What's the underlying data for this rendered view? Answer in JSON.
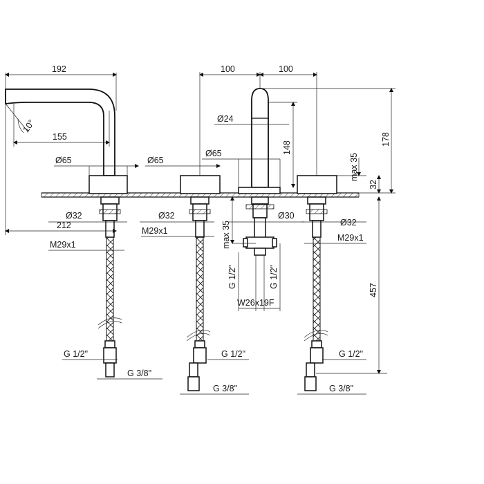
{
  "drawing": {
    "colors": {
      "line": "#111111",
      "background": "#ffffff"
    },
    "dims": {
      "d192": "192",
      "d100a": "100",
      "d100b": "100",
      "d155": "155",
      "d10deg": "10°",
      "d24": "Ø24",
      "d148": "148",
      "d178": "178",
      "max35top": "max 35",
      "d32h": "32",
      "d65a": "Ø65",
      "d65b": "Ø65",
      "d65c": "Ø65",
      "d32a": "Ø32",
      "d32b": "Ø32",
      "d30": "Ø30",
      "d32c": "Ø32",
      "d212": "212",
      "m29a": "M29x1",
      "m29b": "M29x1",
      "m29c": "M29x1",
      "max35mid": "max 35",
      "g12v1": "G 1/2\"",
      "g12v2": "G 1/2\"",
      "w26": "W26x19F",
      "d457": "457",
      "g12a": "G 1/2\"",
      "g12b": "G 1/2\"",
      "g12c": "G 1/2\"",
      "g38a": "G 3/8\"",
      "g38b": "G 3/8\"",
      "g38c": "G 3/8\""
    }
  }
}
